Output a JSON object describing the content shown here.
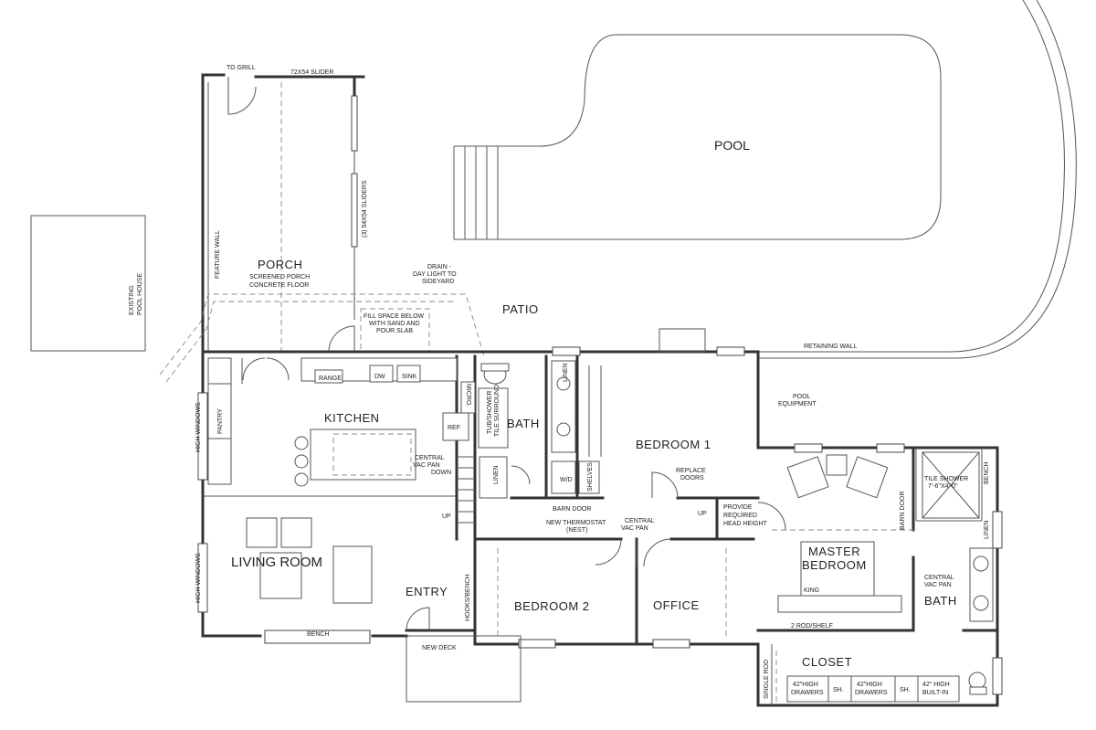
{
  "rooms": {
    "pool": "POOL",
    "patio": "PATIO",
    "porch": "PORCH",
    "kitchen": "KITCHEN",
    "living_room": "LIVING ROOM",
    "entry": "ENTRY",
    "bath": "BATH",
    "bedroom1": "BEDROOM 1",
    "bedroom2": "BEDROOM 2",
    "office": "OFFICE",
    "master_bedroom_line1": "MASTER",
    "master_bedroom_line2": "BEDROOM",
    "master_bath": "BATH",
    "closet": "CLOSET"
  },
  "notes": {
    "to_grill": "TO GRILL",
    "slider_72x54": "72X54 SLIDER",
    "sliders_54x54": "(3) 54X54 SLIDERS",
    "feature_wall": "FEATURE WALL",
    "existing_pool_house_line1": "EXISTING",
    "existing_pool_house_line2": "POOL HOUSE",
    "screened_porch": "SCREENED PORCH",
    "concrete_floor": "CONCRETE FLOOR",
    "drain_line1": "DRAIN -",
    "drain_line2": "DAY LIGHT TO",
    "drain_line3": "SIDEYARD",
    "fill_line1": "FILL SPACE BELOW",
    "fill_line2": "WITH SAND AND",
    "fill_line3": "POUR SLAB",
    "retaining_wall": "RETAINING WALL",
    "pool_equipment_line1": "POOL",
    "pool_equipment_line2": "EQUIPMENT",
    "range": "RANGE",
    "dw": "DW",
    "sink": "SINK",
    "micro": "MICRO.",
    "ref": "REF",
    "pantry": "PANTRY",
    "high_windows": "HIGH WINDOWS",
    "central_vac_pan_line1": "CENTRAL",
    "central_vac_pan_line2": "VAC PAN",
    "central_vac_pan_line3": "DOWN",
    "linen": "LINEN",
    "tub_shower_line1": "TUB/SHOWER",
    "tub_shower_line2": "TILE SURROUND",
    "wd": "W/D",
    "shelves": "SHELVES",
    "barn_door": "BARN DOOR",
    "replace_doors_line1": "REPLACE",
    "replace_doors_line2": "DOORS",
    "up": "UP",
    "new_thermostat_line1": "NEW THERMOSTAT",
    "new_thermostat_line2": "(NEST)",
    "vac_pan_line1": "CENTRAL",
    "vac_pan_line2": "VAC PAN",
    "provide_line1": "PROVIDE",
    "provide_line2": "REQUIRED",
    "provide_line3": "HEAD HEIGHT",
    "hooks_bench": "HOOKS/BENCH",
    "bench": "BENCH",
    "new_deck": "NEW DECK",
    "king": "KING",
    "tile_shower_line1": "TILE SHOWER",
    "tile_shower_line2": "7'-6\"X4'-0\"",
    "bench_vertical": "BENCH",
    "barn_door_vertical": "BARN DOOR",
    "master_linen": "LINEN",
    "master_vac_line1": "CENTRAL",
    "master_vac_line2": "VAC PAN",
    "rod_shelf": "2 ROD/SHELF",
    "single_rod": "SINGLE ROD",
    "drawers1_line1": "42\"HIGH",
    "drawers1_line2": "DRAWERS",
    "sh1": "SH.",
    "drawers2_line1": "42\"HIGH",
    "drawers2_line2": "DRAWERS",
    "sh2": "SH.",
    "builtin_line1": "42\" HIGH",
    "builtin_line2": "BUILT-IN"
  }
}
